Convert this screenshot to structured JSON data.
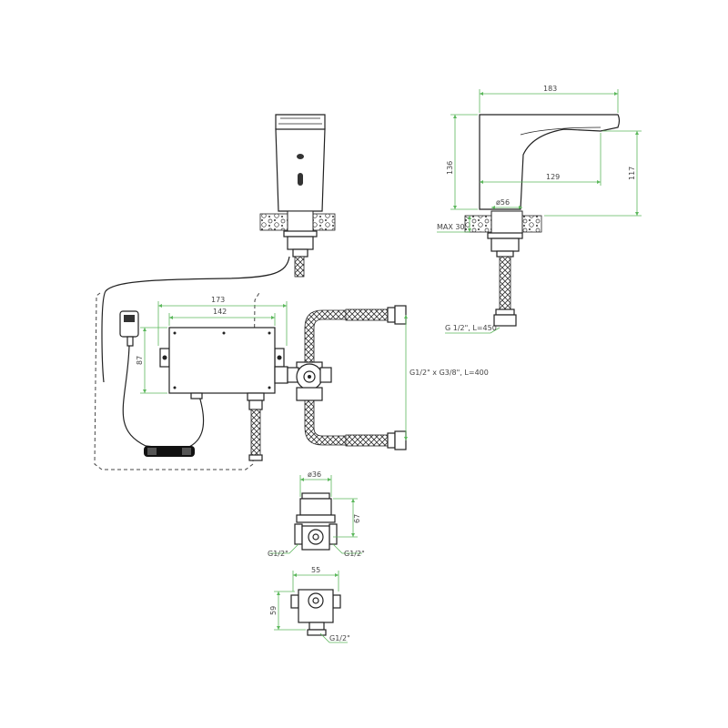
{
  "dimensions": {
    "faucet_overall_length": "183",
    "faucet_height": "136",
    "spout_reach": "129",
    "spout_height": "117",
    "base_diameter": "ø56",
    "max_deck": "MAX 30",
    "hose_spec": "G 1/2\", L=450",
    "box_width_outer": "173",
    "box_width_inner": "142",
    "box_height": "87",
    "flex_hose_spec": "G1/2\" x G3/8\", L=400",
    "valve_diameter": "ø36",
    "valve_height": "67",
    "valve_left_thread": "G1/2\"",
    "valve_right_thread": "G1/2\"",
    "bottom_width": "55",
    "bottom_height": "59",
    "bottom_thread": "G1/2\""
  },
  "colors": {
    "dimension_line": "#5cb85c",
    "outline": "#222222"
  }
}
